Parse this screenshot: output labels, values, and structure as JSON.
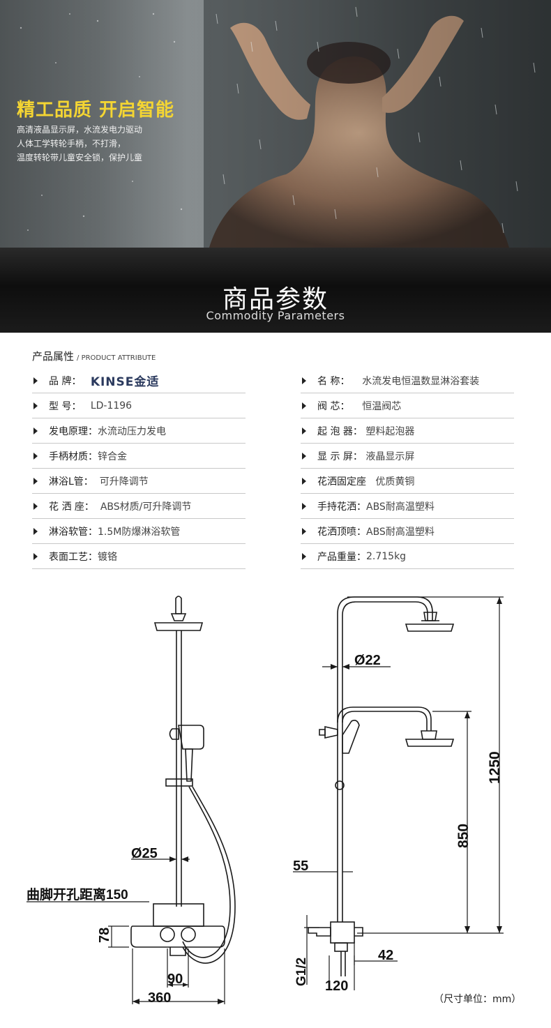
{
  "hero": {
    "title": "精工品质 开启智能",
    "lines": [
      "高清液晶显示屏，水流发电力驱动",
      "人体工学转轮手柄，不打滑，",
      "温度转轮带儿童安全锁，保护儿童"
    ]
  },
  "banner": {
    "title": "商品参数",
    "subtitle": "Commodity Parameters"
  },
  "attributes": {
    "heading": "产品属性",
    "heading_en": "/ PRODUCT ATTRIBUTE",
    "left": [
      {
        "label": "品  牌：",
        "value": "KINSE金适"
      },
      {
        "label": "型  号：",
        "value": "LD-1196"
      },
      {
        "label": "发电原理：",
        "value": "水流动压力发电"
      },
      {
        "label": "手柄材质：",
        "value": "锌合金"
      },
      {
        "label": "淋浴L管：",
        "value": "可升降调节"
      },
      {
        "label": "花 洒 座：",
        "value": "ABS材质/可升降调节"
      },
      {
        "label": "淋浴软管：",
        "value": "1.5M防爆淋浴软管"
      },
      {
        "label": "表面工艺：",
        "value": "镀铬"
      }
    ],
    "right": [
      {
        "label": "名  称：",
        "value": "水流发电恒温数显淋浴套装"
      },
      {
        "label": "阀  芯：",
        "value": "恒温阀芯"
      },
      {
        "label": "起 泡 器：",
        "value": "塑料起泡器"
      },
      {
        "label": "显 示 屏：",
        "value": "液晶显示屏"
      },
      {
        "label": "花洒固定座",
        "value": "优质黄铜"
      },
      {
        "label": "手持花洒：",
        "value": "ABS耐高温塑料"
      },
      {
        "label": "花洒顶喷：",
        "value": "ABS耐高温塑料"
      },
      {
        "label": "产品重量：",
        "value": "2.715kg"
      }
    ]
  },
  "diagram": {
    "dims": {
      "d25": "Ø25",
      "hole": "曲脚开孔距离150",
      "h78": "78",
      "w90": "90",
      "w360": "360",
      "d22": "Ø22",
      "h1250": "1250",
      "h850": "850",
      "w55": "55",
      "g12": "G1/2",
      "w42": "42",
      "w120": "120"
    },
    "unit_note": "（尺寸单位：mm）"
  }
}
